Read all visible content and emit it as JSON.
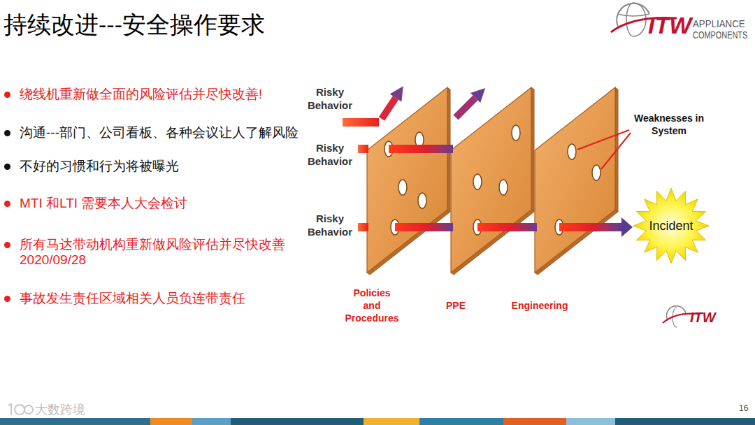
{
  "diagram": {
    "title": "持续改进---安全操作要求",
    "nodes": [
      {
        "text": [
          "Policies and Procedures"
        ]
      },
      {
        "text": [
          "PPE"
        ]
      },
      {
        "text": [
          "Engineering"
        ]
      },
      {
        "text": [
          "Incident"
        ]
      }
    ],
    "edges": [
      {
        "from": 2,
        "to": 3,
        "arrow": "to"
      }
    ],
    "labels": [
      "绕线机重新做全面的风险评估并尽快改善!",
      "沟通---部门、公司看板、各种会议让人了解风险",
      "不好的习惯和行为将被曝光",
      "MTI 和LTI 需要本人大会检讨",
      "所有马达带动机构重新做风险评估并尽快改善 2020/09/28",
      "事故发生责任区域相关人员负连带责任",
      "Risky Behavior",
      "Risky Behavior",
      "Risky Behavior",
      "Weaknesses in System",
      "ITW",
      "APPLIANCE",
      "COMPONENTS",
      "ITW",
      "大数跨境",
      "16"
    ]
  }
}
